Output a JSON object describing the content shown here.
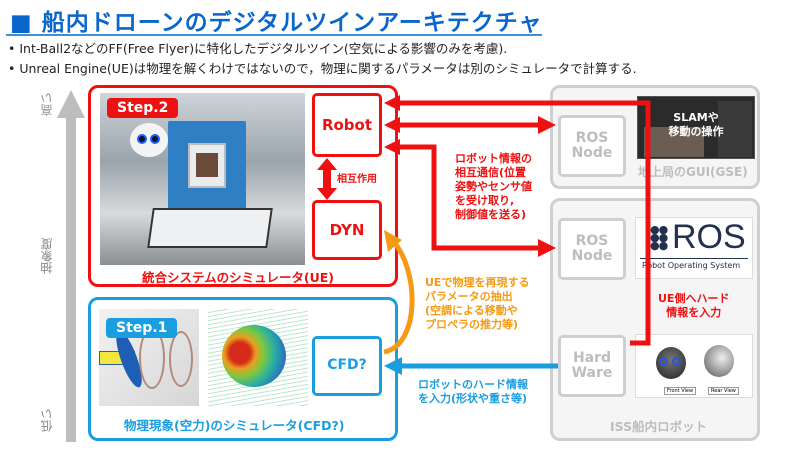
{
  "title": "■ 船内ドローンのデジタルツインアーキテクチャ",
  "bullets": [
    "• Int-Ball2などのFF(Free Flyer)に特化したデジタルツイン(空気による影響のみを考慮).",
    "• Unreal Engine(UE)は物理を解くわけではないので，物理に関するパラメータは別のシミュレータで計算する."
  ],
  "axis": {
    "high": "高い",
    "label": "抽象度",
    "low": "低い"
  },
  "ue_block": {
    "step": "Step.2",
    "caption": "統合システムのシミュレータ(UE)",
    "robot": "Robot",
    "dyn": "DYN",
    "interaction": "相互作用",
    "photo": "ISS interior with Int-Ball2"
  },
  "cfd_block": {
    "step": "Step.1",
    "caption": "物理現象(空力)のシミュレータ(CFD?)",
    "cfd": "CFD?",
    "photos": [
      "propeller CFD",
      "sphere CFD"
    ]
  },
  "annotations": {
    "robot_comm": [
      "ロボット情報の",
      "相互通信(位置",
      "姿勢やセンサ値",
      "を受け取り,",
      "制御値を送る)"
    ],
    "param_extract": [
      "UEで物理を再現する",
      "パラメータの抽出",
      "(空調による移動や",
      "プロペラの推力等)"
    ],
    "hw_input": [
      "ロボットのハード情報",
      "を入力(形状や重さ等)"
    ],
    "ue_hw": [
      "UE側へハード",
      "情報を入力"
    ]
  },
  "gse_block": {
    "node": [
      "ROS",
      "Node"
    ],
    "caption": "地上局のGUI(GSE)",
    "screen_text": [
      "SLAMや",
      "移動の操作"
    ]
  },
  "ros_block": {
    "node": [
      "ROS",
      "Node"
    ],
    "logo": "ROS",
    "logo_sub": "Robot Operating System"
  },
  "iss_block": {
    "node": [
      "Hard",
      "Ware"
    ],
    "caption": "ISS船内ロボット",
    "views": [
      "Front View",
      "Rear View"
    ]
  },
  "colors": {
    "red": "#ee1111",
    "blue": "#1a9ee0",
    "orange": "#f59a14",
    "gray": "#c8c8c8",
    "title": "#0b66cc"
  }
}
